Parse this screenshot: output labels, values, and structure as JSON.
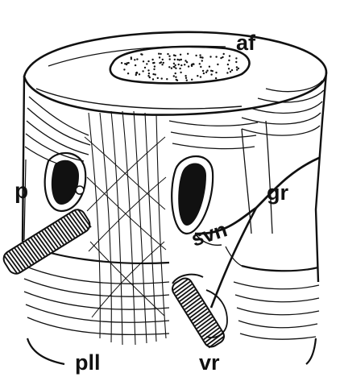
{
  "figure": {
    "labels": {
      "af": "af",
      "p": "p",
      "gr": "gr",
      "svn": "svn",
      "pll": "pll",
      "vr": "vr"
    },
    "colors": {
      "ink": "#111111",
      "paper": "#ffffff"
    }
  }
}
